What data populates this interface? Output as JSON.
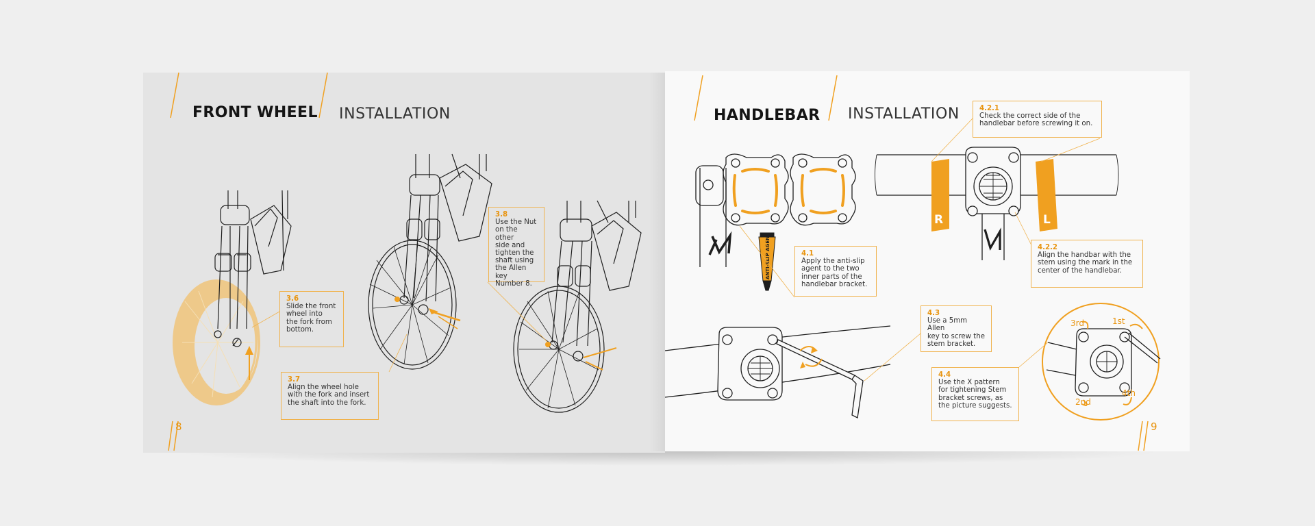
{
  "left_page": {
    "title_bold": "FRONT WHEEL",
    "title_light": "INSTALLATION",
    "page_number": "8",
    "steps": [
      {
        "num": "3.6",
        "text": "Slide the front\nwheel into\nthe fork from\nbottom."
      },
      {
        "num": "3.7",
        "text": "Align the wheel hole\nwith the fork and insert\nthe shaft into the fork."
      },
      {
        "num": "3.8",
        "text": "Use the Nut\non the other\nside and\ntighten the\nshaft using\nthe Allen key\nNumber 8."
      }
    ]
  },
  "right_page": {
    "title_bold": "HANDLEBAR",
    "title_light": "INSTALLATION",
    "page_number": "9",
    "steps": [
      {
        "num": "4.1",
        "text": "Apply the anti-slip\nagent to the two\ninner parts of the\nhandlebar bracket."
      },
      {
        "num": "4.2.1",
        "text": "Check the correct side of the\nhandlebar before screwing it on."
      },
      {
        "num": "4.2.2",
        "text": "Align the handbar with the\nstem using the mark in the\ncenter of the handlebar."
      },
      {
        "num": "4.3",
        "text": "Use a 5mm Allen\nkey to screw the\nstem bracket."
      },
      {
        "num": "4.4",
        "text": "Use the X pattern\nfor tightening Stem\nbracket screws, as\nthe picture suggests."
      }
    ],
    "tube_label": "ANTI-SLIP AGENT",
    "side_labels": {
      "right": "R",
      "left": "L"
    },
    "order_labels": [
      "1st",
      "2nd",
      "3rd",
      "4th"
    ]
  },
  "colors": {
    "accent": "#f0a020",
    "accent_light": "#eec98a",
    "line": "#1e1e1e"
  }
}
